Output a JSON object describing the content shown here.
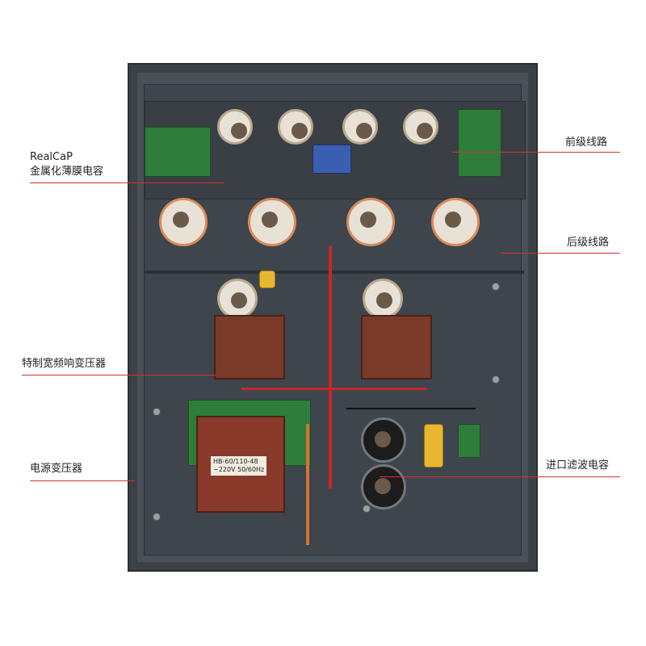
{
  "labels": {
    "realcap_line1": "RealCaP",
    "realcap_line2": "金属化薄膜电容",
    "front_stage": "前级线路",
    "rear_stage": "后级线路",
    "output_transformer": "特制宽频响变压器",
    "power_transformer": "电源变压器",
    "filter_capacitor": "进口滤波电容"
  },
  "transformer_plate": {
    "model": "HB-60/110-48",
    "rating": "~220V 50/60Hz"
  },
  "colors": {
    "annotation_line": "#d83030",
    "chassis": "#4a5058"
  }
}
